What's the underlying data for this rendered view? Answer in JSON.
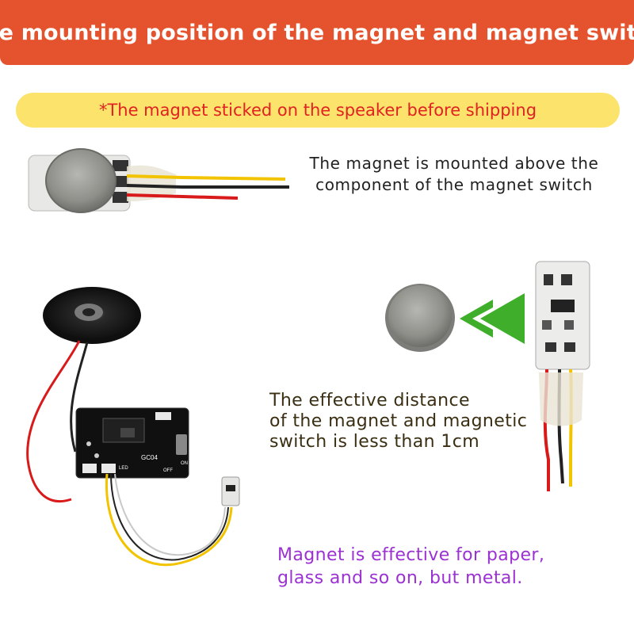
{
  "banner": {
    "title": "The mounting position of the magnet and magnet switch"
  },
  "notice": {
    "text": "*The magnet sticked on the speaker before shipping"
  },
  "mount_note": {
    "lines": [
      "The magnet is mounted above the",
      "component of the magnet switch"
    ]
  },
  "distance_note": {
    "lines": [
      "The effective distance",
      "of the magnet and magnetic",
      "switch is less than 1cm"
    ]
  },
  "material_note": {
    "lines": [
      "Magnet is effective for paper,",
      "glass and so on, but metal."
    ]
  },
  "board": {
    "labels": [
      "GC04",
      "LED",
      "OFF",
      "ON"
    ]
  },
  "colors": {
    "banner": "#e5532e",
    "notice_bg": "#fbe36c",
    "notice_text": "#e02222",
    "arrow": "#3fae2a",
    "material_text": "#9b30d3"
  }
}
